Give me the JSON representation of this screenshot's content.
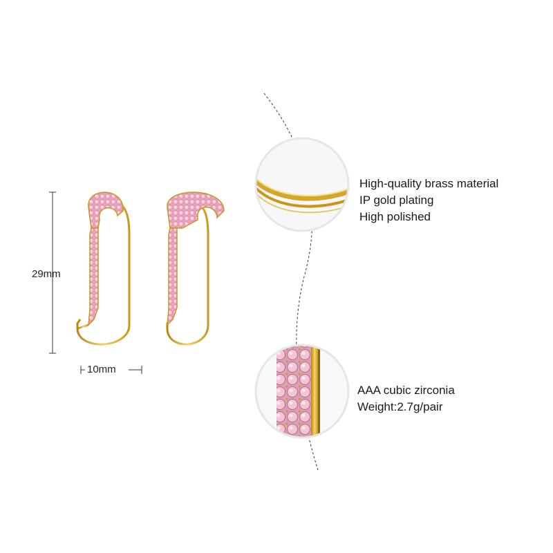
{
  "dimensions": {
    "height": "29mm",
    "width": "10mm"
  },
  "features_top": [
    "High-quality brass material",
    "IP gold plating",
    "High polished"
  ],
  "features_bottom": [
    "AAA cubic zirconia",
    "Weight:2.7g/pair"
  ],
  "colors": {
    "gold": "#d4a72c",
    "gold_light": "#f2d470",
    "pink_stone": "#f2b8cd",
    "pink_edge": "#d988a6",
    "guide_line": "#333333"
  }
}
